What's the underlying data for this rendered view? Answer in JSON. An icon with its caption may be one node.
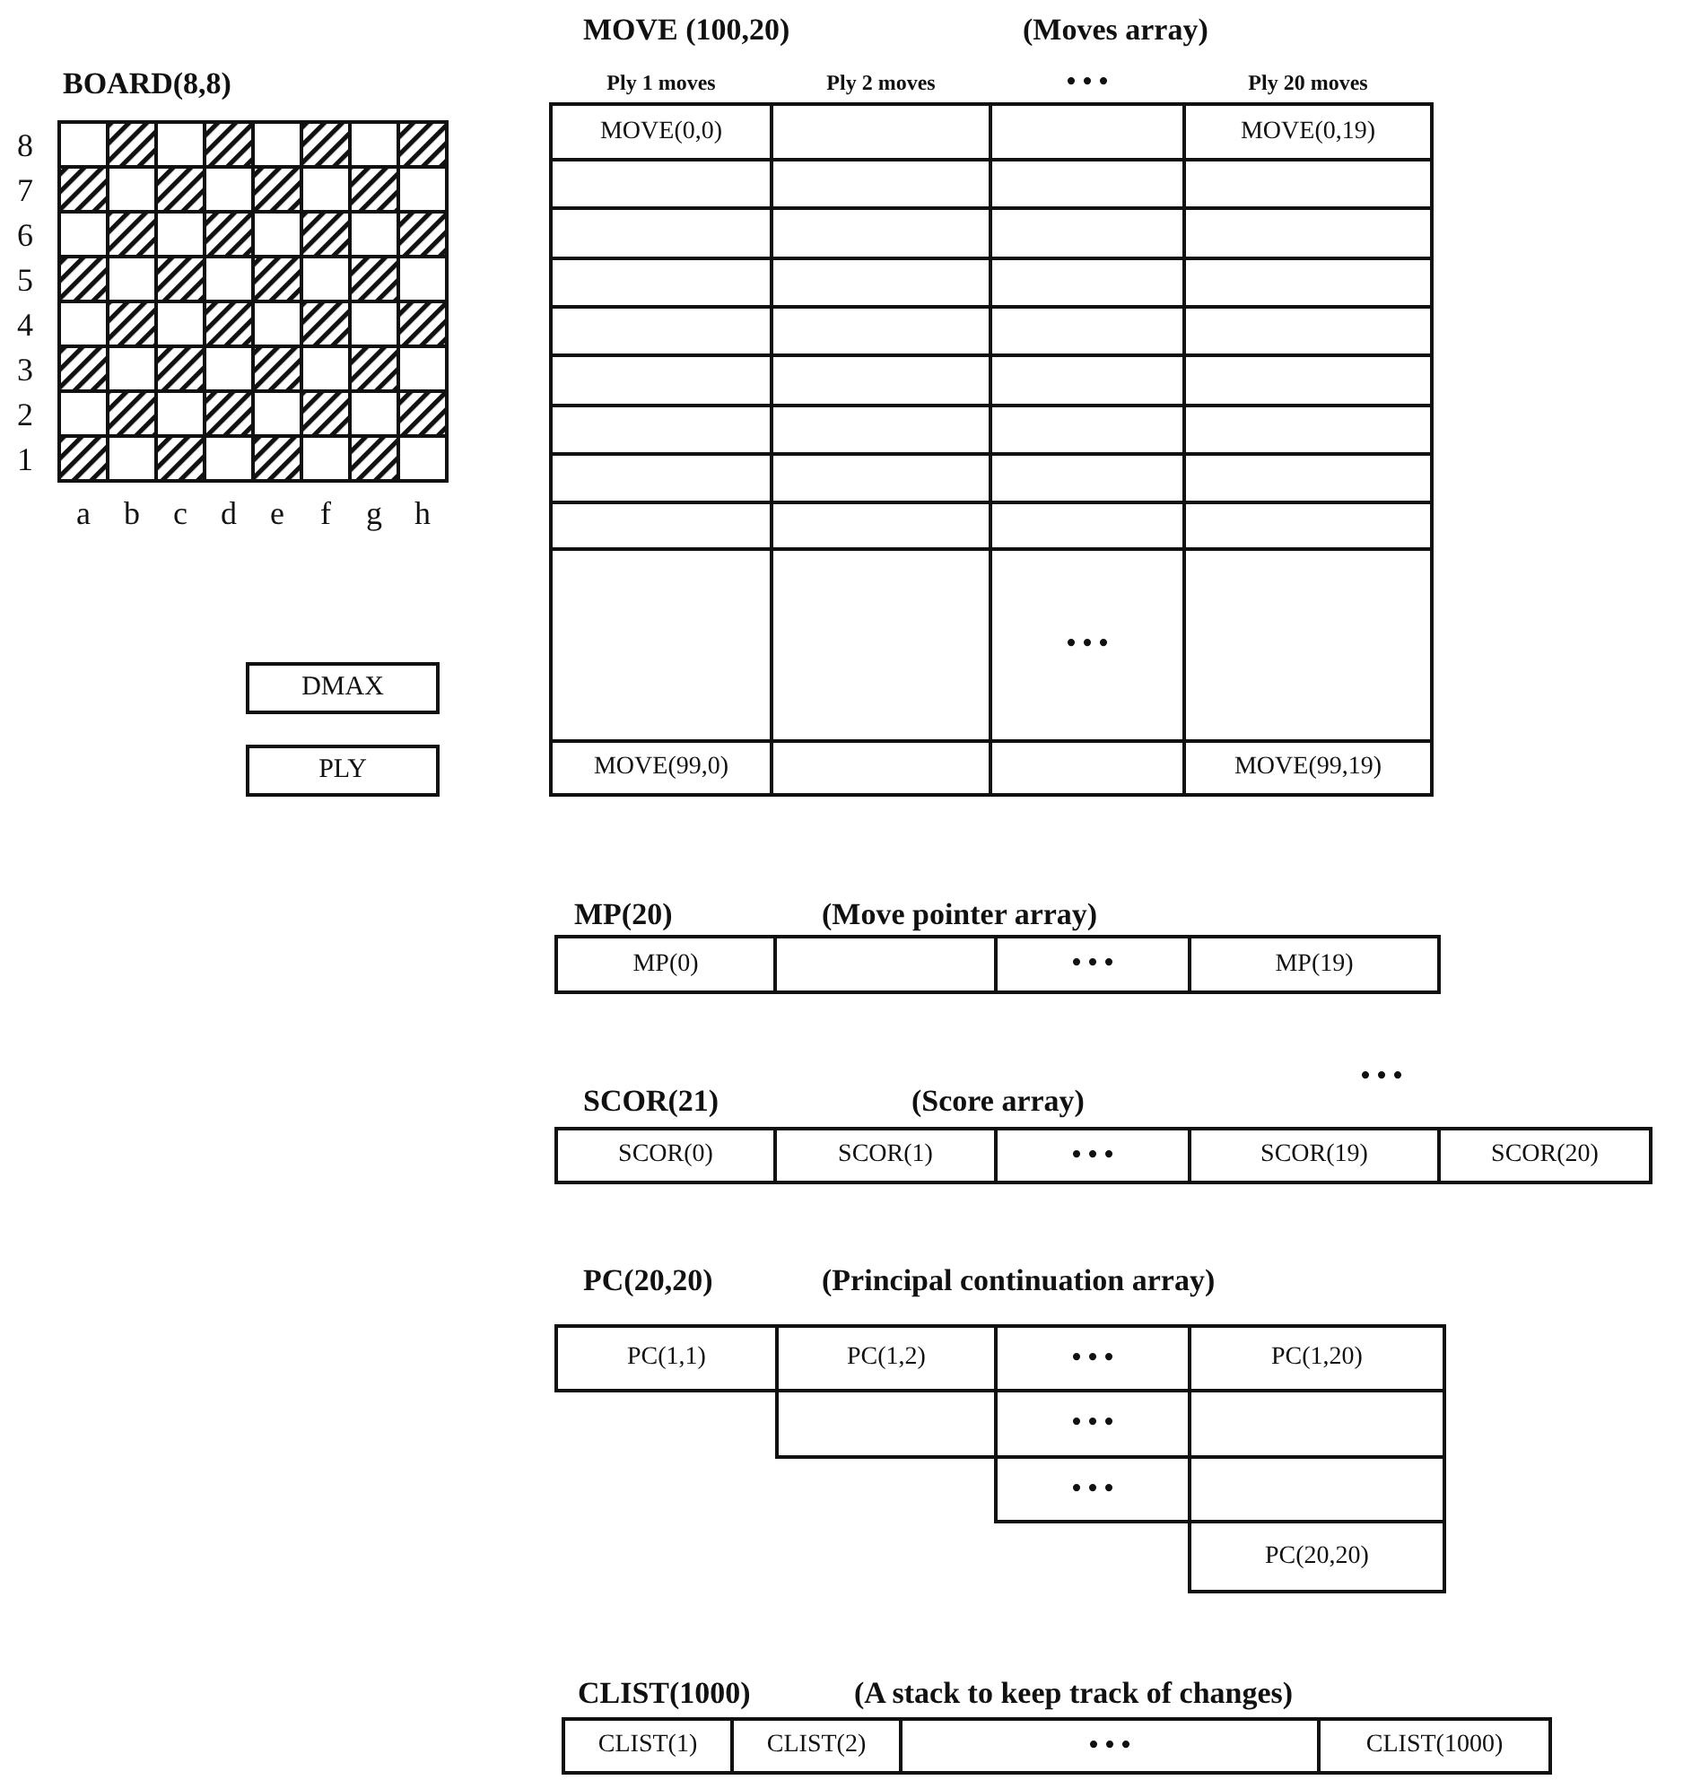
{
  "diagram": {
    "nodes": [
      {
        "text": [
          "DMAX"
        ]
      },
      {
        "text": [
          "PLY"
        ]
      }
    ],
    "labels": [
      "MOVE (100,20)",
      "(Moves array)",
      "BOARD(8,8)",
      "Ply 1 moves",
      "Ply 2 moves",
      "• • •",
      "Ply 20 moves",
      "MOVE(0,0)",
      "MOVE(0,19)",
      "8",
      "7",
      "6",
      "5",
      "4",
      "3",
      "2",
      "1",
      "a",
      "b",
      "c",
      "d",
      "e",
      "f",
      "g",
      "h",
      "• • •",
      "MOVE(99,0)",
      "MOVE(99,19)",
      "MP(20)",
      "(Move pointer array)",
      "MP(0)",
      "• • •",
      "MP(19)",
      "• • •",
      "SCOR(21)",
      "(Score array)",
      "SCOR(0)",
      "SCOR(1)",
      "• • •",
      "SCOR(19)",
      "SCOR(20)",
      "PC(20,20)",
      "(Principal continuation array)",
      "PC(1,1)",
      "PC(1,2)",
      "• • •",
      "PC(1,20)",
      "• • •",
      "• • •",
      "PC(20,20)",
      "CLIST(1000)",
      "(A stack to keep track of changes)",
      "CLIST(1)",
      "CLIST(2)",
      "• • •",
      "CLIST(1000)"
    ]
  }
}
